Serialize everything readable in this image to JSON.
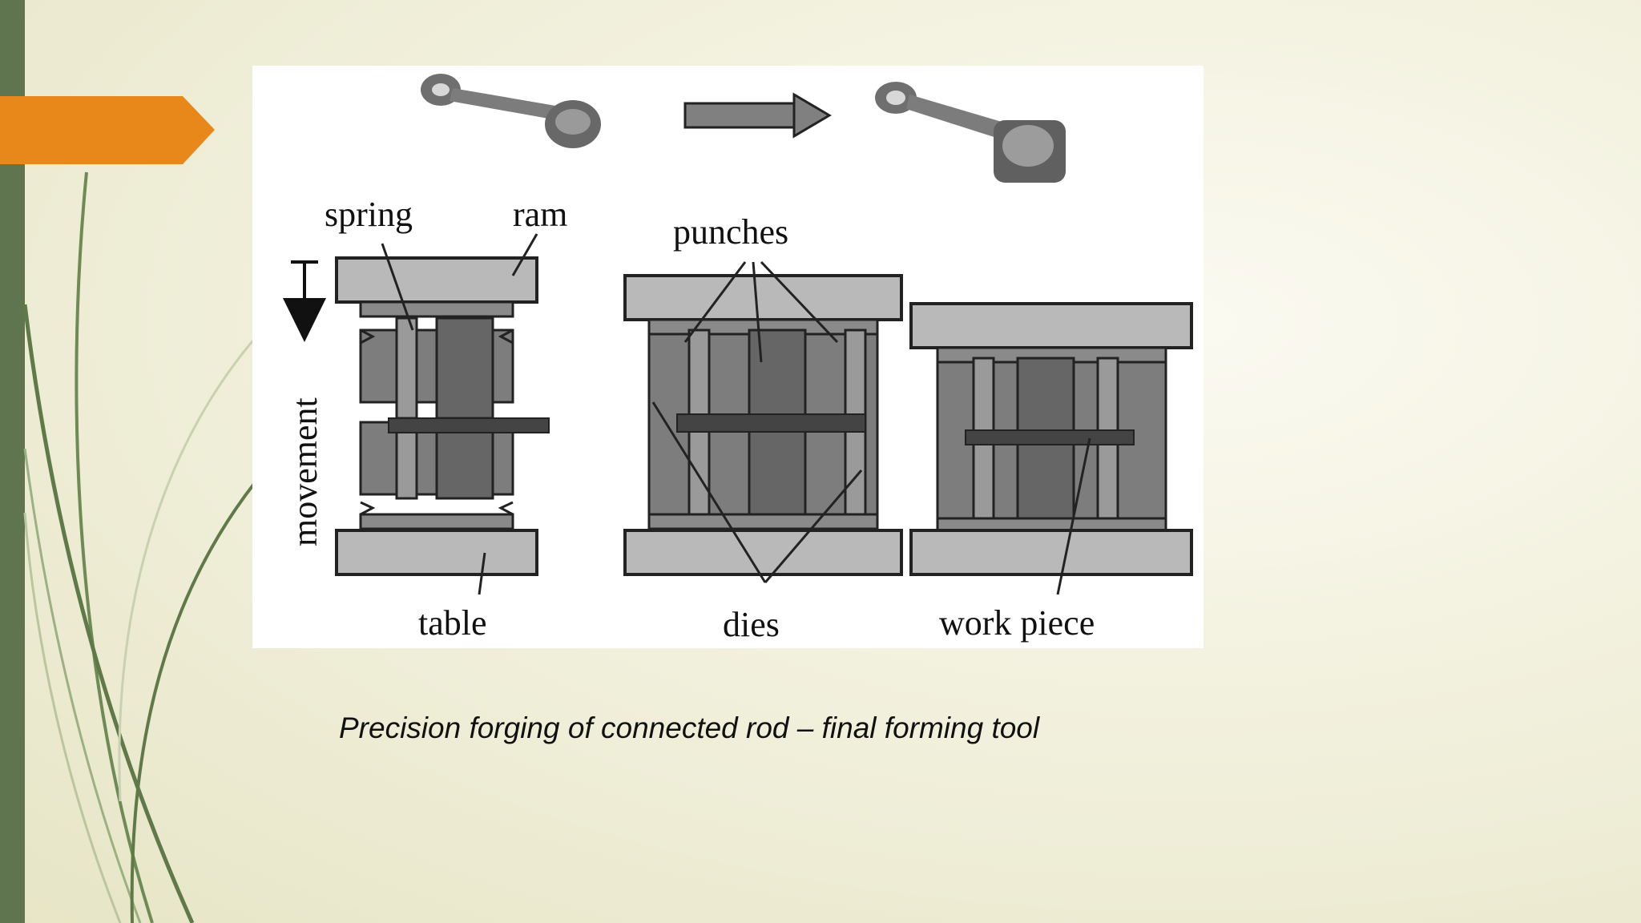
{
  "slide": {
    "caption": "Precision forging of connected rod – final forming tool",
    "colors": {
      "accent_band": "#5f7550",
      "arrow_tab": "#e8871a",
      "figure_bg": "#ffffff"
    }
  },
  "figure": {
    "labels": {
      "spring": "spring",
      "ram": "ram",
      "punches": "punches",
      "movement": "movement",
      "table": "table",
      "dies": "dies",
      "work_piece": "work piece"
    }
  }
}
